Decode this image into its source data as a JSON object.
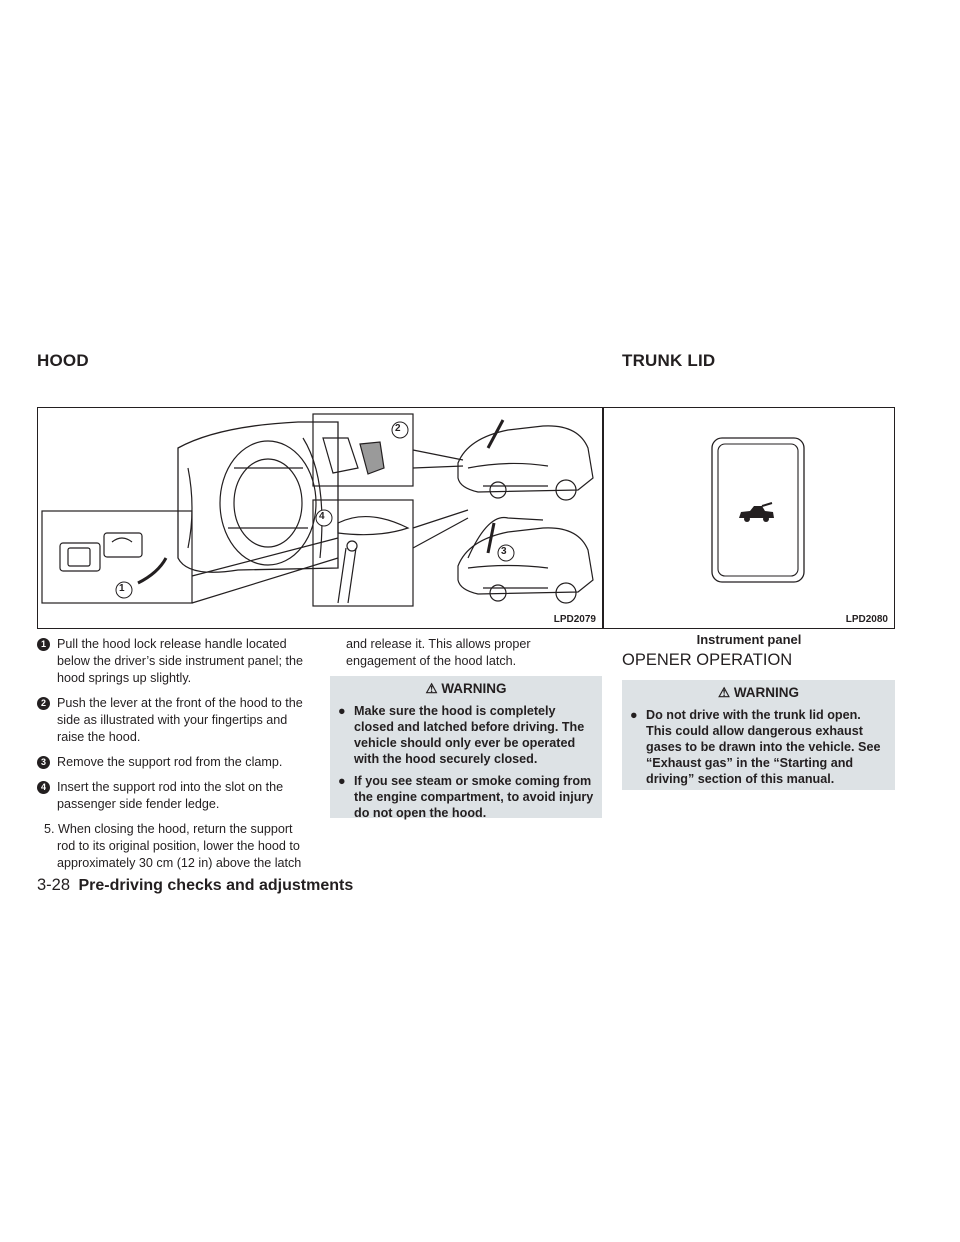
{
  "page": {
    "hood_heading": "HOOD",
    "trunk_heading": "TRUNK LID",
    "footer_page": "3-28",
    "footer_section": "Pre-driving checks and adjustments"
  },
  "hood_figure": {
    "id": "LPD2079",
    "callouts": [
      "1",
      "2",
      "3",
      "4"
    ]
  },
  "trunk_figure": {
    "id": "LPD2080",
    "caption": "Instrument panel",
    "icon": "car-trunk-open-icon"
  },
  "hood_steps": [
    {
      "num": "1",
      "text": "Pull the hood lock release handle located below the driver’s side instrument panel; the hood springs up slightly."
    },
    {
      "num": "2",
      "text": "Push the lever at the front of the hood to the side as illustrated with your fingertips and raise the hood."
    },
    {
      "num": "3",
      "text": "Remove the support rod from the clamp."
    },
    {
      "num": "4",
      "text": "Insert the support rod into the slot on the passenger side fender ledge."
    },
    {
      "num": "5.",
      "text": "When closing the hood, return the support rod to its original position, lower the hood to approximately 30 cm (12 in) above the latch"
    }
  ],
  "hood_step5_cont": "and release it. This allows proper engagement of the hood latch.",
  "hood_warning": {
    "title": "WARNING",
    "bullet": "●",
    "items": [
      "Make sure the hood is completely closed and latched before driving. The vehicle should only ever be operated with the hood securely closed.",
      "If you see steam or smoke coming from the engine compartment, to avoid injury do not open the hood."
    ]
  },
  "trunk": {
    "subheading": "OPENER OPERATION",
    "warning_title": "WARNING",
    "bullet": "●",
    "warning_items": [
      "Do not drive with the trunk lid open. This could allow dangerous exhaust gases to be drawn into the vehicle. See “Exhaust gas” in the “Starting and driving” section of this manual."
    ]
  }
}
